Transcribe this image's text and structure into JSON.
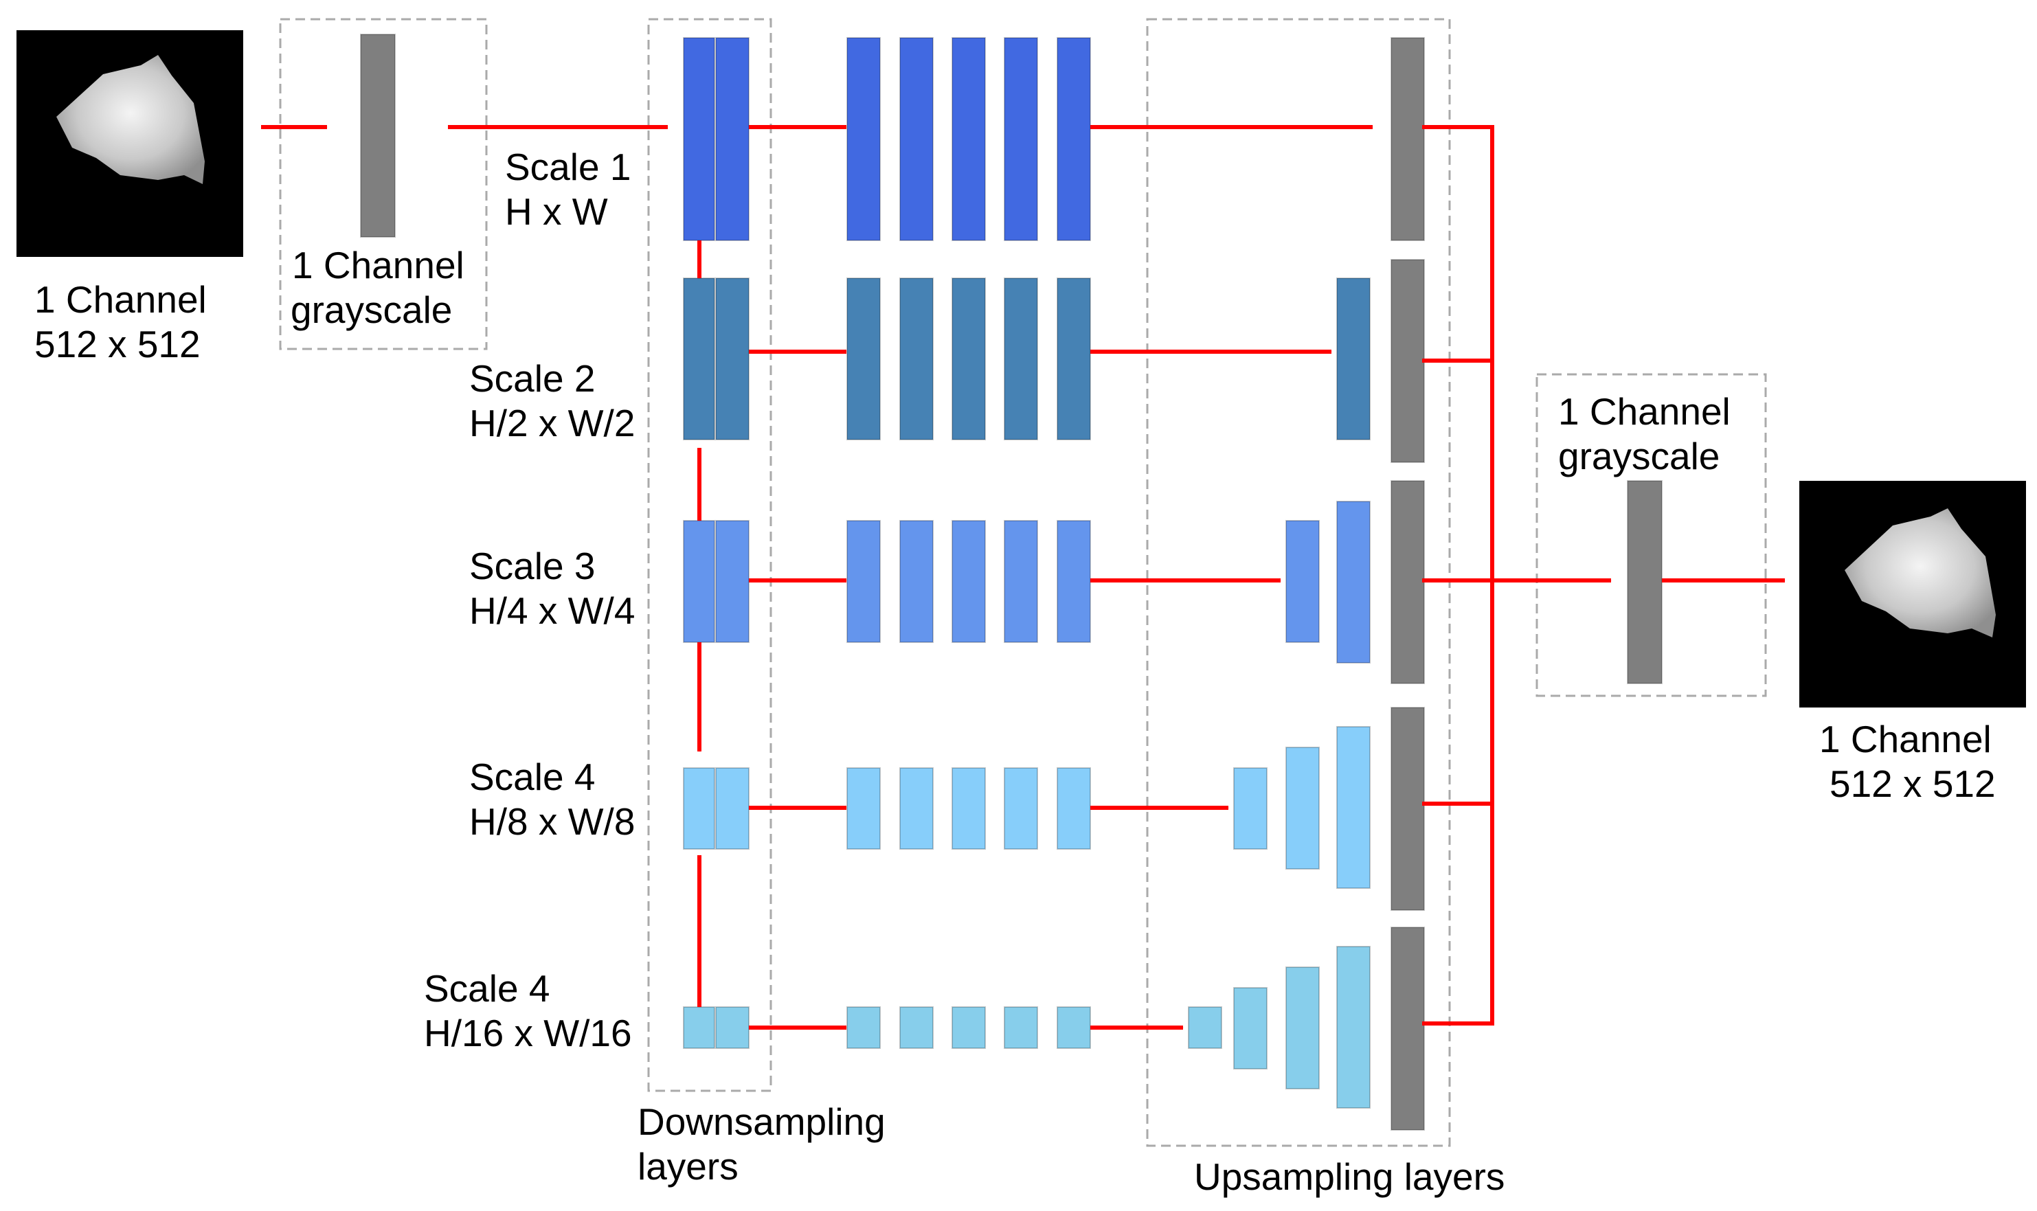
{
  "colors": {
    "arrow": "#ff0000",
    "gray_block": "#7f7f7f",
    "scale1": "#4169e1",
    "scale2": "#4682b4",
    "scale3": "#6495ed",
    "scale4": "#87cefa",
    "scale5": "#87ceeb",
    "dashed_box": "#aaaaaa",
    "image_bg": "#000000"
  },
  "input": {
    "label_line1": "1 Channel",
    "label_line2": "512 x 512"
  },
  "input_grayscale": {
    "label_line1": "1 Channel",
    "label_line2": "grayscale"
  },
  "output_grayscale": {
    "label_line1": "1 Channel",
    "label_line2": "grayscale"
  },
  "output": {
    "label_line1": "1 Channel",
    "label_line2": "512 x 512"
  },
  "scales": [
    {
      "name": "Scale 1",
      "size": "H x W"
    },
    {
      "name": "Scale 2",
      "size": "H/2 x W/2"
    },
    {
      "name": "Scale 3",
      "size": "H/4 x W/4"
    },
    {
      "name": "Scale 4",
      "size": "H/8 x W/8"
    },
    {
      "name": "Scale 4",
      "size": "H/16 x W/16"
    }
  ],
  "groups": {
    "downsampling_line1": "Downsampling",
    "downsampling_line2": "layers",
    "upsampling": "Upsampling layers"
  }
}
